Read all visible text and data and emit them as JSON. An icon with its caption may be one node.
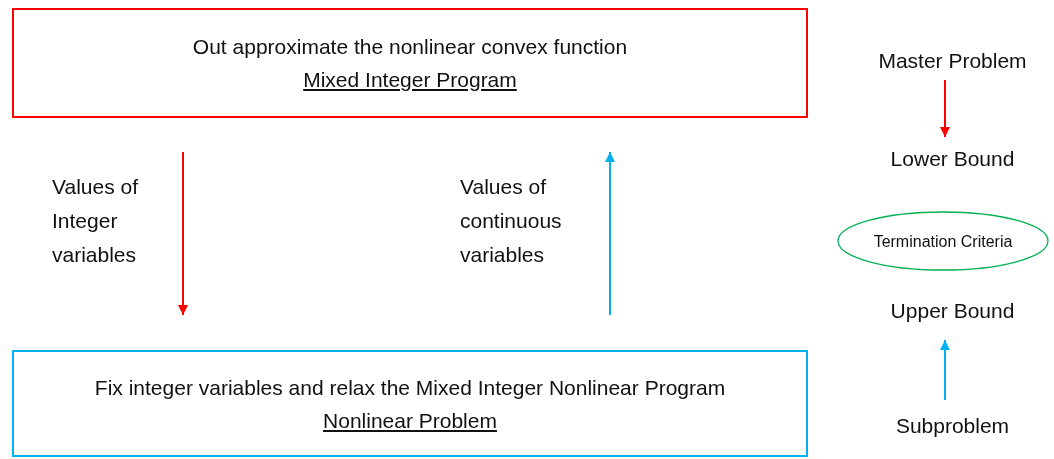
{
  "diagram": {
    "nodes": [
      {
        "text": [
          "Out approximate the nonlinear convex function",
          "Mixed Integer Program"
        ]
      },
      {
        "text": [
          "Fix integer variables and relax the Mixed Integer Nonlinear Program",
          "Nonlinear Problem"
        ]
      },
      {
        "text": [
          "Master Problem"
        ]
      },
      {
        "text": [
          "Lower Bound"
        ]
      },
      {
        "text": [
          "Termination Criteria"
        ]
      },
      {
        "text": [
          "Upper Bound"
        ]
      },
      {
        "text": [
          "Subproblem"
        ]
      }
    ],
    "edges": [
      {
        "from": 0,
        "to": 1,
        "arrow": "to",
        "label": "Values of Integer variables",
        "color": "#ff0000"
      },
      {
        "from": 1,
        "to": 0,
        "arrow": "to",
        "label": "Values of continuous variables",
        "color": "#00b0f0"
      },
      {
        "from": 2,
        "to": 3,
        "arrow": "to",
        "color": "#ff0000"
      },
      {
        "from": 6,
        "to": 5,
        "arrow": "to",
        "color": "#00b0f0"
      }
    ]
  }
}
